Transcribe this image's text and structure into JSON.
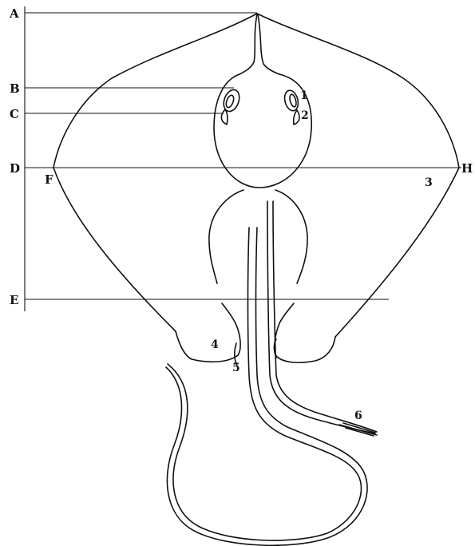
{
  "figure": {
    "letters": {
      "a": "A",
      "b": "B",
      "c": "C",
      "d": "D",
      "e": "E",
      "f": "F",
      "h": "H"
    },
    "numbers": {
      "n1": "1",
      "n2": "2",
      "n3": "3",
      "n4": "4",
      "n5": "5",
      "n6": "6"
    }
  }
}
